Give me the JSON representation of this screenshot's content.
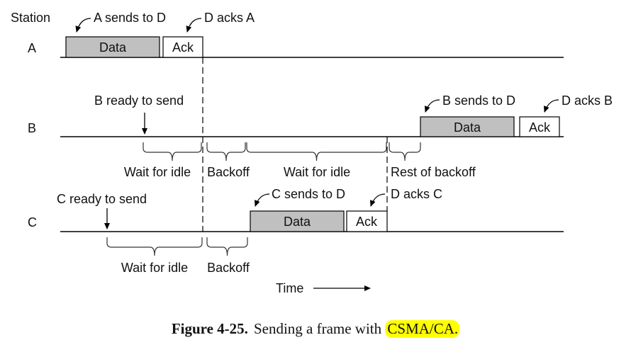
{
  "diagram": {
    "station_header": "Station",
    "stations": [
      {
        "id": "A",
        "label": "A",
        "frames": [
          {
            "type": "data",
            "label": "Data",
            "annotation": "A sends to D"
          },
          {
            "type": "ack",
            "label": "Ack",
            "annotation": "D acks A"
          }
        ]
      },
      {
        "id": "B",
        "label": "B",
        "ready_label": "B ready to send",
        "frames": [
          {
            "type": "data",
            "label": "Data",
            "annotation": "B sends to D"
          },
          {
            "type": "ack",
            "label": "Ack",
            "annotation": "D acks B"
          }
        ],
        "intervals": [
          "Wait for idle",
          "Backoff",
          "Wait for idle",
          "Rest of backoff"
        ]
      },
      {
        "id": "C",
        "label": "C",
        "ready_label": "C ready to send",
        "frames": [
          {
            "type": "data",
            "label": "Data",
            "annotation": "C sends to D"
          },
          {
            "type": "ack",
            "label": "Ack",
            "annotation": "D acks C"
          }
        ],
        "intervals": [
          "Wait for idle",
          "Backoff"
        ]
      }
    ],
    "time_axis_label": "Time",
    "colors": {
      "data_fill": "#c0c0c0",
      "ack_fill": "#ffffff",
      "line": "#000000",
      "highlight": "#ffff00"
    }
  },
  "caption": {
    "figure_number": "Figure 4-25.",
    "text": "Sending a frame with",
    "highlighted_text": "CSMA/CA."
  }
}
